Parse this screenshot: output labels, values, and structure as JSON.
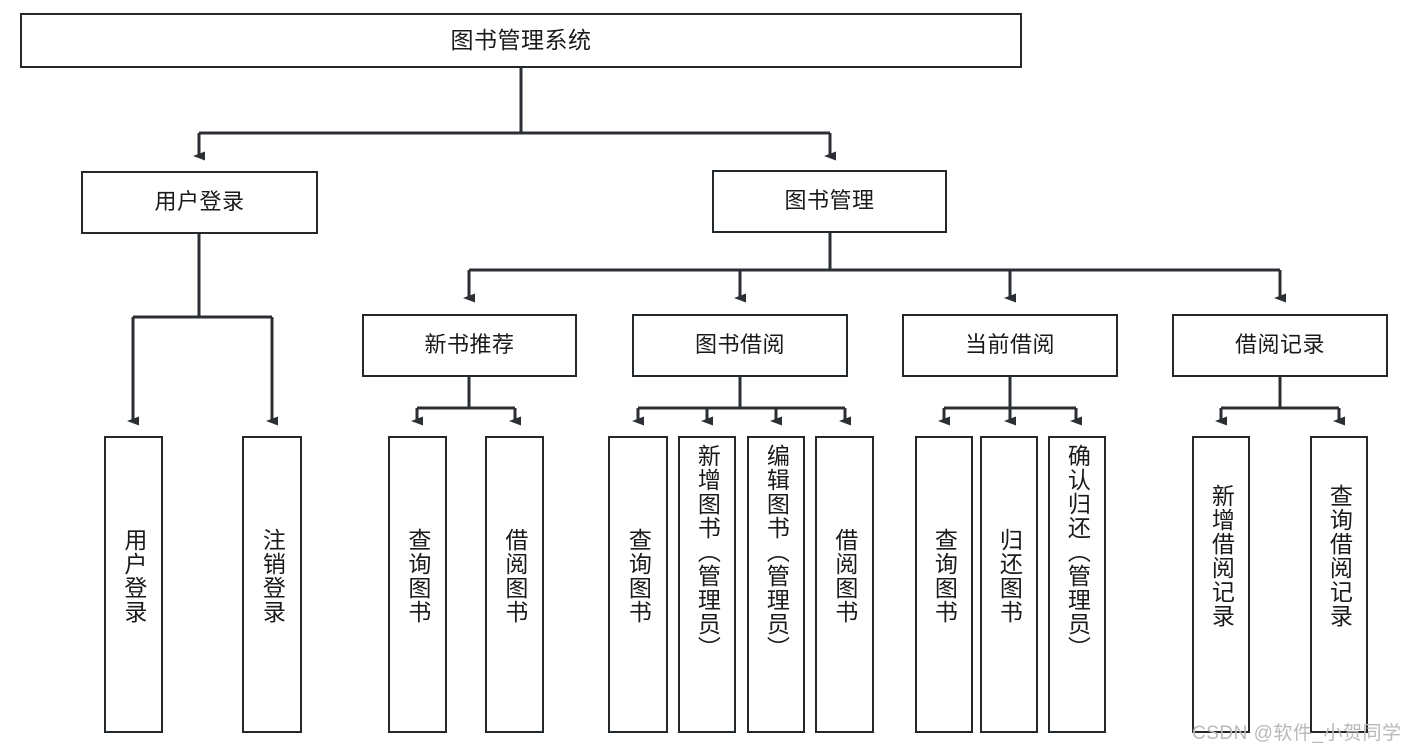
{
  "diagram": {
    "title": "图书管理系统",
    "type": "tree-hierarchy-diagram",
    "colors": {
      "box_border": "#23282d",
      "box_fill": "#ffffff",
      "edge": "#2b2f33",
      "text": "#1a1a1a",
      "watermark": "#b9b9b9",
      "background": "#ffffff"
    },
    "root": {
      "label": "图书管理系统"
    },
    "level2": [
      {
        "label": "用户登录"
      },
      {
        "label": "图书管理"
      }
    ],
    "level3": [
      {
        "label": "新书推荐"
      },
      {
        "label": "图书借阅"
      },
      {
        "label": "当前借阅"
      },
      {
        "label": "借阅记录"
      }
    ],
    "leaves": {
      "user_login": [
        {
          "label": "用户登录"
        },
        {
          "label": "注销登录"
        }
      ],
      "new_book_recommend": [
        {
          "label": "查询图书"
        },
        {
          "label": "借阅图书"
        }
      ],
      "book_borrow": [
        {
          "label": "查询图书"
        },
        {
          "label": "新增图书（管理员）"
        },
        {
          "label": "编辑图书（管理员）"
        },
        {
          "label": "借阅图书"
        }
      ],
      "current_borrow": [
        {
          "label": "查询图书"
        },
        {
          "label": "归还图书"
        },
        {
          "label": "确认归还（管理员）"
        }
      ],
      "borrow_record": [
        {
          "label": "新增借阅记录"
        },
        {
          "label": "查询借阅记录"
        }
      ]
    },
    "watermark": "CSDN @软件_小贺同学"
  }
}
